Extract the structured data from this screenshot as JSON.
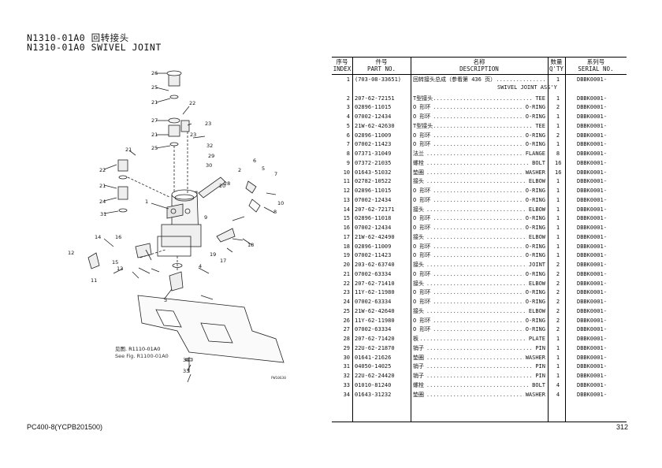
{
  "header": {
    "title_cn": "N1310-01A0 回转接头",
    "title_en": "N1310-01A0 SWIVEL JOINT"
  },
  "table": {
    "columns": [
      {
        "cn": "序号",
        "en": "INDEX"
      },
      {
        "cn": "件号",
        "en": "PART NO."
      },
      {
        "cn": "名称",
        "en": "DESCRIPTION"
      },
      {
        "cn": "数量",
        "en": "Q'TY"
      },
      {
        "cn": "系列号",
        "en": "SERIAL NO."
      }
    ],
    "rows": [
      {
        "index": "1",
        "part": "(703-08-33651)",
        "desc": "回转接头总成（参看第 436 页）",
        "tail": "",
        "qty": "1",
        "serial": "DBBK0001-"
      },
      {
        "index": "2",
        "part": "207-62-72151",
        "desc": "T型接头",
        "tail": "TEE",
        "qty": "1",
        "serial": "DBBK0001-"
      },
      {
        "index": "3",
        "part": "02896-11015",
        "desc": "O 形环",
        "tail": "O-RING",
        "qty": "2",
        "serial": "DBBK0001-"
      },
      {
        "index": "4",
        "part": "07002-12434",
        "desc": "O 形环",
        "tail": "O-RING",
        "qty": "1",
        "serial": "DBBK0001-"
      },
      {
        "index": "5",
        "part": "21W-62-42630",
        "desc": "T型接头",
        "tail": "TEE",
        "qty": "1",
        "serial": "DBBK0001-"
      },
      {
        "index": "6",
        "part": "02896-11009",
        "desc": "O 形环",
        "tail": "O-RING",
        "qty": "2",
        "serial": "DBBK0001-"
      },
      {
        "index": "7",
        "part": "07002-11423",
        "desc": "O 形环",
        "tail": "O-RING",
        "qty": "1",
        "serial": "DBBK0001-"
      },
      {
        "index": "8",
        "part": "07371-31049",
        "desc": "法兰",
        "tail": "FLANGE",
        "qty": "8",
        "serial": "DBBK0001-"
      },
      {
        "index": "9",
        "part": "07372-21035",
        "desc": "螺栓",
        "tail": "BOLT",
        "qty": "16",
        "serial": "DBBK0001-"
      },
      {
        "index": "10",
        "part": "01643-51032",
        "desc": "垫圈",
        "tail": "WASHER",
        "qty": "16",
        "serial": "DBBK0001-"
      },
      {
        "index": "11",
        "part": "02782-10522",
        "desc": "接头",
        "tail": "ELBOW",
        "qty": "1",
        "serial": "DBBK0001-"
      },
      {
        "index": "12",
        "part": "02896-11015",
        "desc": "O 形环",
        "tail": "O-RING",
        "qty": "1",
        "serial": "DBBK0001-"
      },
      {
        "index": "13",
        "part": "07002-12434",
        "desc": "O 形环",
        "tail": "O-RING",
        "qty": "1",
        "serial": "DBBK0001-"
      },
      {
        "index": "14",
        "part": "207-62-72171",
        "desc": "接头",
        "tail": "ELBOW",
        "qty": "1",
        "serial": "DBBK0001-"
      },
      {
        "index": "15",
        "part": "02896-11018",
        "desc": "O 形环",
        "tail": "O-RING",
        "qty": "1",
        "serial": "DBBK0001-"
      },
      {
        "index": "16",
        "part": "07002-12434",
        "desc": "O 形环",
        "tail": "O-RING",
        "qty": "1",
        "serial": "DBBK0001-"
      },
      {
        "index": "17",
        "part": "21W-62-42490",
        "desc": "接头",
        "tail": "ELBOW",
        "qty": "1",
        "serial": "DBBK0001-"
      },
      {
        "index": "18",
        "part": "02896-11009",
        "desc": "O 形环",
        "tail": "O-RING",
        "qty": "1",
        "serial": "DBBK0001-"
      },
      {
        "index": "19",
        "part": "07002-11423",
        "desc": "O 形环",
        "tail": "O-RING",
        "qty": "1",
        "serial": "DBBK0001-"
      },
      {
        "index": "20",
        "part": "203-62-63740",
        "desc": "接头",
        "tail": "JOINT",
        "qty": "2",
        "serial": "DBBK0001-"
      },
      {
        "index": "21",
        "part": "07002-63334",
        "desc": "O 形环",
        "tail": "O-RING",
        "qty": "2",
        "serial": "DBBK0001-"
      },
      {
        "index": "22",
        "part": "207-62-71410",
        "desc": "接头",
        "tail": "ELBOW",
        "qty": "2",
        "serial": "DBBK0001-"
      },
      {
        "index": "23",
        "part": "11Y-62-11980",
        "desc": "O 形环",
        "tail": "O-RING",
        "qty": "2",
        "serial": "DBBK0001-"
      },
      {
        "index": "24",
        "part": "07002-63334",
        "desc": "O 形环",
        "tail": "O-RING",
        "qty": "2",
        "serial": "DBBK0001-"
      },
      {
        "index": "25",
        "part": "21W-62-42640",
        "desc": "接头",
        "tail": "ELBOW",
        "qty": "2",
        "serial": "DBBK0001-"
      },
      {
        "index": "26",
        "part": "11Y-62-11980",
        "desc": "O 形环",
        "tail": "O-RING",
        "qty": "2",
        "serial": "DBBK0001-"
      },
      {
        "index": "27",
        "part": "07002-63334",
        "desc": "O 形环",
        "tail": "O-RING",
        "qty": "2",
        "serial": "DBBK0001-"
      },
      {
        "index": "28",
        "part": "207-62-71420",
        "desc": "板",
        "tail": "PLATE",
        "qty": "1",
        "serial": "DBBK0001-"
      },
      {
        "index": "29",
        "part": "22U-62-21870",
        "desc": "销子",
        "tail": "PIN",
        "qty": "1",
        "serial": "DBBK0001-"
      },
      {
        "index": "30",
        "part": "01641-21626",
        "desc": "垫圈",
        "tail": "WASHER",
        "qty": "1",
        "serial": "DBBK0001-"
      },
      {
        "index": "31",
        "part": "04050-14025",
        "desc": "销子",
        "tail": "PIN",
        "qty": "1",
        "serial": "DBBK0001-"
      },
      {
        "index": "32",
        "part": "22U-62-24420",
        "desc": "销子",
        "tail": "PIN",
        "qty": "1",
        "serial": "DBBK0001-"
      },
      {
        "index": "33",
        "part": "01010-81240",
        "desc": "螺栓",
        "tail": "BOLT",
        "qty": "4",
        "serial": "DBBK0001-"
      },
      {
        "index": "34",
        "part": "01643-31232",
        "desc": "垫圈",
        "tail": "WASHER",
        "qty": "4",
        "serial": "DBBK0001-"
      }
    ],
    "row1_continuation": "SWIVEL JOINT ASS'Y"
  },
  "diagram": {
    "callouts": [
      "26",
      "25",
      "21",
      "22",
      "23",
      "27",
      "21",
      "25",
      "21",
      "23",
      "22",
      "21",
      "24",
      "1",
      "20",
      "28",
      "2",
      "6",
      "7",
      "5",
      "8",
      "10",
      "9",
      "32",
      "29",
      "30",
      "31",
      "18",
      "19",
      "17",
      "16",
      "14",
      "12",
      "15",
      "13",
      "11",
      "4",
      "3",
      "34",
      "33"
    ],
    "note_cn": "见图. R1110-01A0",
    "note_en": "See Fig. R1100-01A0",
    "figure_code": "PW10630"
  },
  "footer": {
    "model": "PC400-8(YCPB201500)",
    "page": "312"
  }
}
